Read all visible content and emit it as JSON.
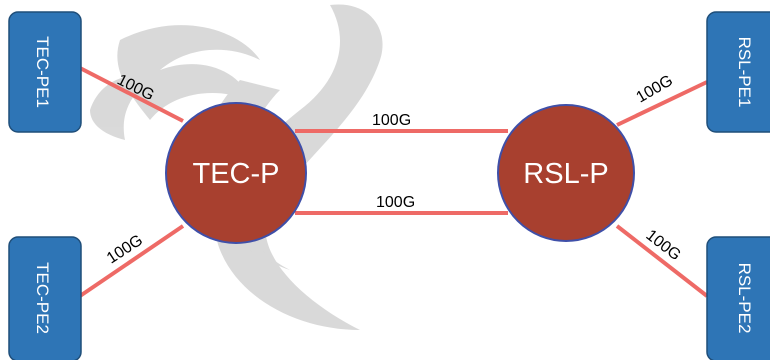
{
  "diagram": {
    "core_nodes": [
      {
        "id": "tec_p",
        "label": "TEC-P"
      },
      {
        "id": "rsl_p",
        "label": "RSL-P"
      }
    ],
    "edge_nodes": [
      {
        "id": "tec_pe1",
        "label": "TEC-PE1"
      },
      {
        "id": "tec_pe2",
        "label": "TEC-PE2"
      },
      {
        "id": "rsl_pe1",
        "label": "RSL-PE1"
      },
      {
        "id": "rsl_pe2",
        "label": "RSL-PE2"
      }
    ],
    "links": [
      {
        "from": "tec_pe1",
        "to": "tec_p",
        "label": "100G"
      },
      {
        "from": "tec_pe2",
        "to": "tec_p",
        "label": "100G"
      },
      {
        "from": "tec_p",
        "to": "rsl_p",
        "label": "100G"
      },
      {
        "from": "tec_p",
        "to": "rsl_p",
        "label": "100G"
      },
      {
        "from": "rsl_pe1",
        "to": "rsl_p",
        "label": "100G"
      },
      {
        "from": "rsl_pe2",
        "to": "rsl_p",
        "label": "100G"
      }
    ],
    "colors": {
      "core_fill": "#a8402f",
      "core_stroke": "#3f4fa8",
      "edge_fill": "#2e75b6",
      "edge_stroke": "#1f4e79",
      "link": "#ee6a66",
      "watermark": "#d3d3d3",
      "text_on_node": "#ffffff",
      "link_label": "#000000"
    }
  }
}
